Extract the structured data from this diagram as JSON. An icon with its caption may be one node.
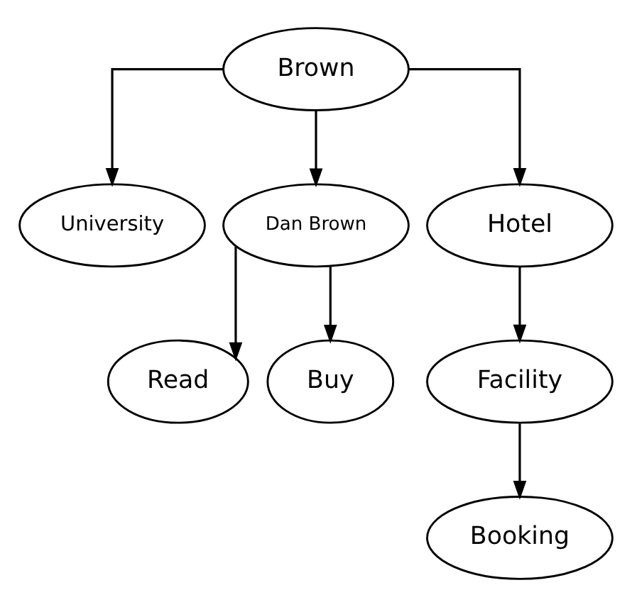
{
  "diagram": {
    "nodes": [
      {
        "text": [
          "Brown"
        ]
      },
      {
        "text": [
          "University"
        ]
      },
      {
        "text": [
          "Dan Brown"
        ]
      },
      {
        "text": [
          "Hotel"
        ]
      },
      {
        "text": [
          "Read"
        ]
      },
      {
        "text": [
          "Buy"
        ]
      },
      {
        "text": [
          "Facility"
        ]
      },
      {
        "text": [
          "Booking"
        ]
      }
    ],
    "edges": [
      {
        "from": 0,
        "to": 1,
        "arrow": "to"
      },
      {
        "from": 0,
        "to": 2,
        "arrow": "to"
      },
      {
        "from": 0,
        "to": 3,
        "arrow": "to"
      },
      {
        "from": 2,
        "to": 4,
        "arrow": "to"
      },
      {
        "from": 2,
        "to": 5,
        "arrow": "to"
      },
      {
        "from": 3,
        "to": 6,
        "arrow": "to"
      },
      {
        "from": 6,
        "to": 7,
        "arrow": "to"
      }
    ]
  }
}
